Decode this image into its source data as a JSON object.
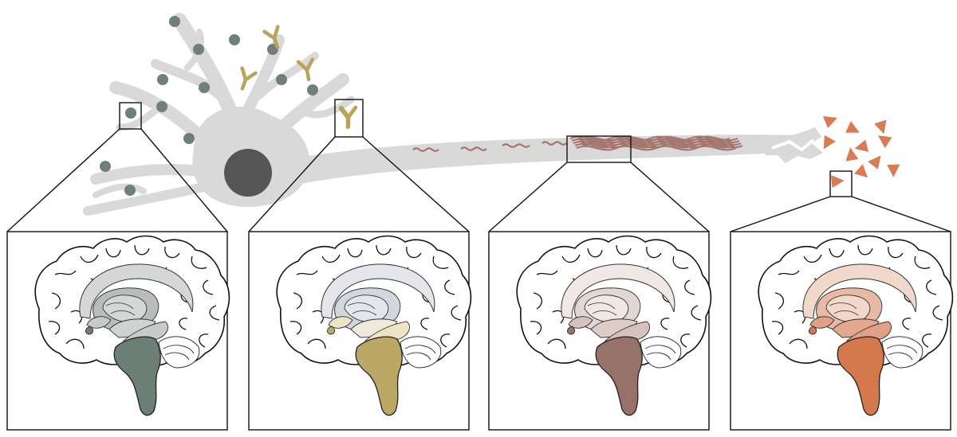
{
  "colors": {
    "neuron": "#d9d9d9",
    "nucleus": "#555555",
    "synuclein_dots": "#6e8078",
    "antibody": "#b9a45a",
    "tangle": "#a5766d",
    "fragment": "#d97b53",
    "outline": "#111111"
  },
  "brains": [
    {
      "id": "dots",
      "stem": "#6b7f76",
      "thalamus": "#b8bdba",
      "limbic": "#d4d7d5",
      "ventricle": "#cfd3d1",
      "hippo": "#c6cac8"
    },
    {
      "id": "antibody",
      "stem": "#bba766",
      "thalamus": "#d4d6dd",
      "limbic": "#e4e6ec",
      "ventricle": "#eeeadb",
      "hippo": "#ece4c5"
    },
    {
      "id": "tangle",
      "stem": "#987169",
      "thalamus": "#e3d7d3",
      "limbic": "#efe8e5",
      "ventricle": "#ddccc7",
      "hippo": "#d6c2bd"
    },
    {
      "id": "fragment",
      "stem": "#d4784e",
      "thalamus": "#e8b9a3",
      "limbic": "#f2d8cb",
      "ventricle": "#e2a98e",
      "hippo": "#dfa085"
    }
  ]
}
